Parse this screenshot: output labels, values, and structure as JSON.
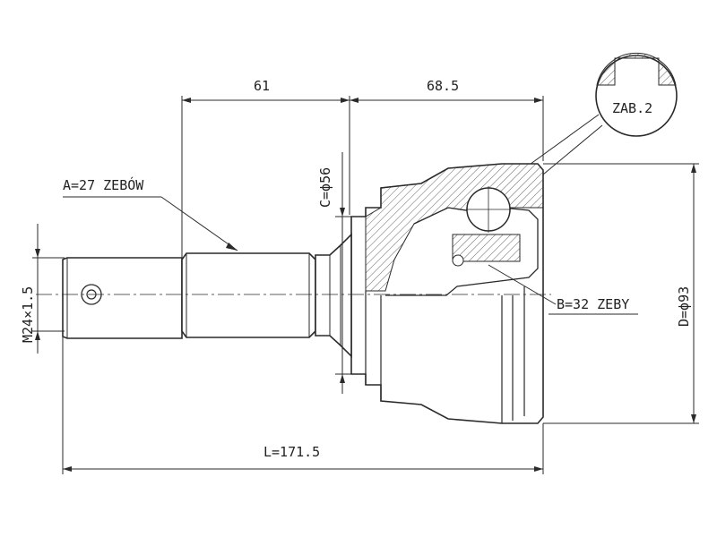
{
  "diagram": {
    "labels": {
      "dim_61": "61",
      "dim_68_5": "68.5",
      "zab": "ZAB.2",
      "spline_a": "A=27 ZEBÓW",
      "diameter_c": "C=ϕ56",
      "thread_m": "M24×1.5",
      "spline_b": "B=32 ZEBY",
      "diameter_d": "D=ϕ93",
      "length_l": "L=171.5"
    },
    "colors": {
      "line": "#2a2a2a",
      "hatch": "#555555",
      "background": "#ffffff"
    }
  }
}
